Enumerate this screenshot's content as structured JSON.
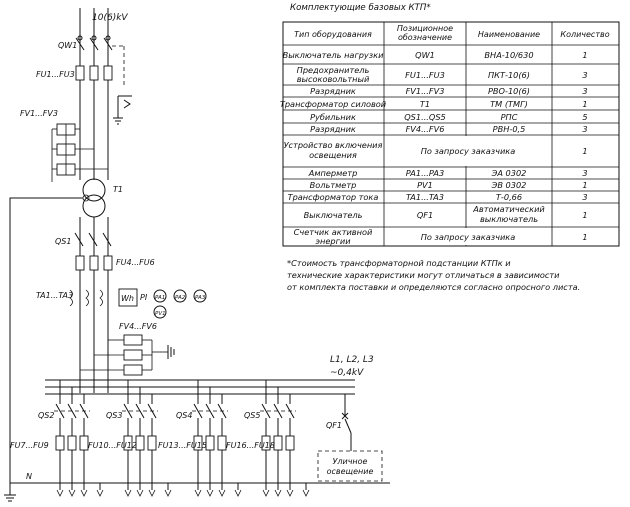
{
  "table": {
    "title": "Комплектующие базовых КТП*",
    "headers": [
      "Тип оборудования",
      "Позиционное обозначение",
      "Наименование",
      "Количество"
    ],
    "rows": [
      {
        "type": "Выключатель нагрузки",
        "pos": "QW1",
        "name": "ВНА-10/630",
        "qty": "1"
      },
      {
        "type": "Предохранитель высоковольтный",
        "pos": "FU1...FU3",
        "name": "ПКТ-10(6)",
        "qty": "3"
      },
      {
        "type": "Разрядник",
        "pos": "FV1...FV3",
        "name": "РВО-10(6)",
        "qty": "3"
      },
      {
        "type": "Трансформатор силовой",
        "pos": "T1",
        "name": "ТМ (ТМГ)",
        "qty": "1"
      },
      {
        "type": "Рубильник",
        "pos": "QS1...QS5",
        "name": "РПС",
        "qty": "5"
      },
      {
        "type": "Разрядник",
        "pos": "FV4...FV6",
        "name": "РВН-0,5",
        "qty": "3"
      },
      {
        "type": "Устройство включения освещения",
        "merged": "По запросу заказчика",
        "qty": "1"
      },
      {
        "type": "Амперметр",
        "pos": "PA1...PA3",
        "name": "ЭА 0302",
        "qty": "3"
      },
      {
        "type": "Вольтметр",
        "pos": "PV1",
        "name": "ЭВ 0302",
        "qty": "1"
      },
      {
        "type": "Трансформатор тока",
        "pos": "TA1...TA3",
        "name": "Т-0,66",
        "qty": "3"
      },
      {
        "type": "Выключатель",
        "pos": "QF1",
        "name": "Автоматический выключатель",
        "qty": "1"
      },
      {
        "type": "Счетчик активной энергии",
        "merged": "По запросу заказчика",
        "qty": "1"
      }
    ]
  },
  "note": [
    "*Стоимость трансформаторной подстанции КТПк и",
    "технические характеристики могут отличаться в зависимости",
    "от комплекта поставки и определяются согласно опросного листа."
  ],
  "schematic": {
    "voltage_hv": "10(6)kV",
    "voltage_lv_phases": "L1, L2, L3",
    "voltage_lv": "~0,4kV",
    "labels": {
      "qw1": "QW1",
      "fu1_fu3": "FU1...FU3",
      "fv1_fv3": "FV1...FV3",
      "t1": "T1",
      "qs1": "QS1",
      "fu4_fu6": "FU4...FU6",
      "ta1_ta3": "TA1...TA3",
      "wh": "Wh",
      "pi": "PI",
      "pa1": "PA1",
      "pa2": "PA2",
      "pa3": "PA3",
      "pv1": "PV1",
      "fv4_fv6": "FV4...FV6",
      "qs2": "QS2",
      "qs3": "QS3",
      "qs4": "QS4",
      "qs5": "QS5",
      "qf1": "QF1",
      "fu7_fu9": "FU7...FU9",
      "fu10_fu12": "FU10...FU12",
      "fu13_fu15": "FU13...FU15",
      "fu16_fu18": "FU16...FU18",
      "n": "N",
      "street_1": "Уличное",
      "street_2": "освещение"
    }
  }
}
